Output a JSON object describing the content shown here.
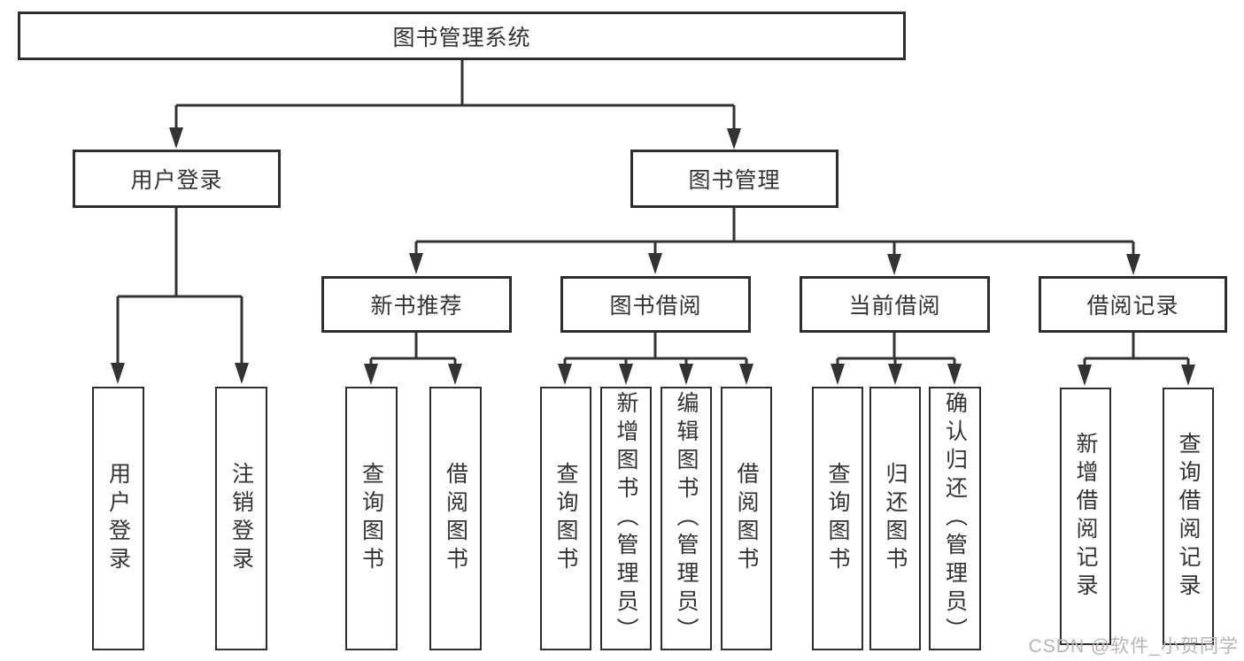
{
  "colors": {
    "line": "#333333",
    "box_border": "#2e2e2e",
    "text": "#333333",
    "watermark_text": "#b9b3b3",
    "background": "#ffffff"
  },
  "watermark": {
    "text": "CSDN @软件_小贺同学"
  },
  "tree": {
    "root": {
      "label": "图书管理系统"
    },
    "level2": [
      {
        "label": "用户登录"
      },
      {
        "label": "图书管理"
      }
    ],
    "level3": [
      {
        "label": "新书推荐"
      },
      {
        "label": "图书借阅"
      },
      {
        "label": "当前借阅"
      },
      {
        "label": "借阅记录"
      }
    ],
    "leaves": [
      {
        "label": "用户登录",
        "parent": "用户登录"
      },
      {
        "label": "注销登录",
        "parent": "用户登录"
      },
      {
        "label": "查询图书",
        "parent": "新书推荐"
      },
      {
        "label": "借阅图书",
        "parent": "新书推荐"
      },
      {
        "label": "查询图书",
        "parent": "图书借阅"
      },
      {
        "label": "新增图书（管理员）",
        "parent": "图书借阅"
      },
      {
        "label": "编辑图书（管理员）",
        "parent": "图书借阅"
      },
      {
        "label": "借阅图书",
        "parent": "图书借阅"
      },
      {
        "label": "查询图书",
        "parent": "当前借阅"
      },
      {
        "label": "归还图书",
        "parent": "当前借阅"
      },
      {
        "label": "确认归还（管理员）",
        "parent": "当前借阅"
      },
      {
        "label": "新增借阅记录",
        "parent": "借阅记录"
      },
      {
        "label": "查询借阅记录",
        "parent": "借阅记录"
      }
    ]
  }
}
